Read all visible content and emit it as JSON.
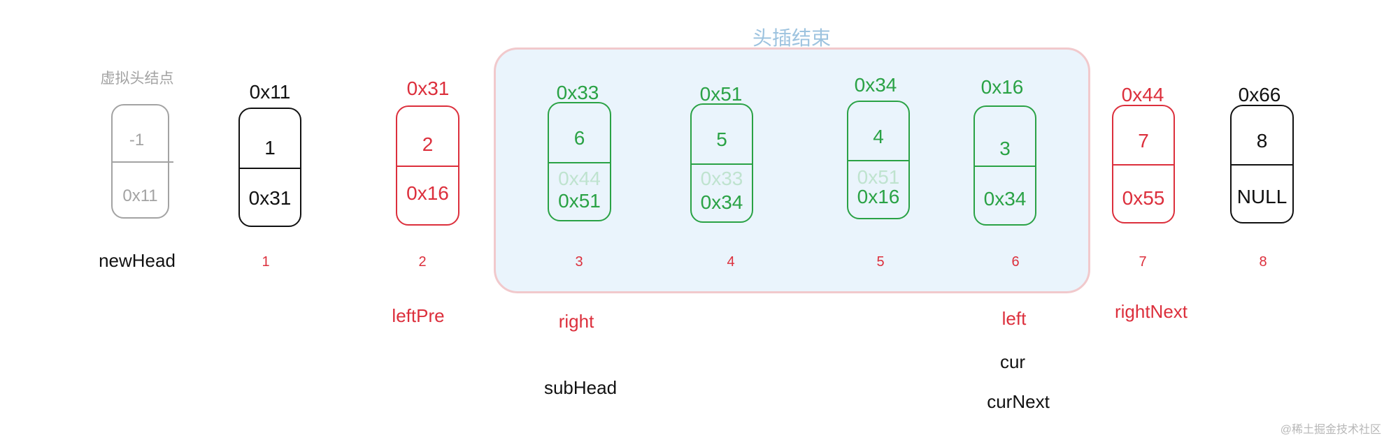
{
  "colors": {
    "gray": "#a3a3a3",
    "black": "#111111",
    "red": "#dc2f3c",
    "green": "#2aa245",
    "ghost_green": "#bfe3cf",
    "region_fill": "#eaf4fc",
    "region_border": "#f1c9cc",
    "region_title": "#9dc3df"
  },
  "region": {
    "title": "头插结束"
  },
  "dummy": {
    "caption": "虚拟头结点",
    "value": "-1",
    "next": "0x11"
  },
  "nodes": [
    {
      "address": "0x11",
      "value": "1",
      "next": "0x31",
      "index": "1",
      "color": "black"
    },
    {
      "address": "0x31",
      "value": "2",
      "next": "0x16",
      "index": "2",
      "color": "red"
    },
    {
      "address": "0x33",
      "value": "6",
      "old_next": "0x44",
      "next": "0x51",
      "index": "3",
      "color": "green"
    },
    {
      "address": "0x51",
      "value": "5",
      "old_next": "0x33",
      "next": "0x34",
      "index": "4",
      "color": "green"
    },
    {
      "address": "0x34",
      "value": "4",
      "old_next": "0x51",
      "next": "0x16",
      "index": "5",
      "color": "green"
    },
    {
      "address": "0x16",
      "value": "3",
      "next": "0x34",
      "index": "6",
      "color": "green"
    },
    {
      "address": "0x44",
      "value": "7",
      "next": "0x55",
      "index": "7",
      "color": "red"
    },
    {
      "address": "0x66",
      "value": "8",
      "next": "NULL",
      "index": "8",
      "color": "black"
    }
  ],
  "pointers": {
    "newHead": "newHead",
    "leftPre": "leftPre",
    "right": "right",
    "subHead": "subHead",
    "left": "left",
    "cur": "cur",
    "curNext": "curNext",
    "rightNext": "rightNext"
  },
  "watermark": "@稀土掘金技术社区"
}
